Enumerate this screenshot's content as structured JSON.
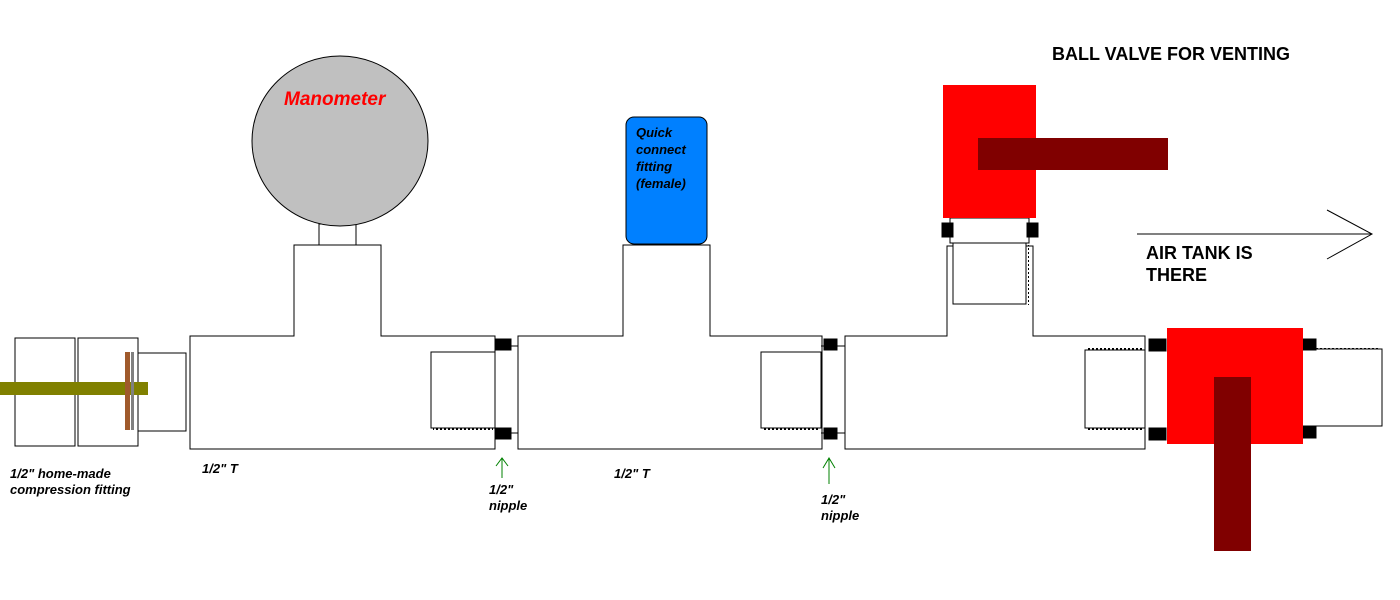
{
  "labels": {
    "compression_fitting": "1/2\" home-made\ncompression fitting",
    "tee_1": "1/2\" T",
    "nipple_1": "1/2\"\nnipple",
    "tee_2": "1/2\" T",
    "nipple_2": "1/2\"\nnipple",
    "manometer": "Manometer",
    "quick_connect": "Quick\nconnect\nfitting\n(female)",
    "ball_valve": "BALL VALVE FOR VENTING",
    "air_tank": "AIR TANK IS\nTHERE"
  },
  "colors": {
    "outline": "#000000",
    "manometer_fill": "#c0c0c0",
    "manometer_text": "#ff0000",
    "quick_connect_fill": "#0080ff",
    "valve_body": "#ff0000",
    "valve_handle": "#800000",
    "rod": "#808000",
    "ring_brown": "#a05a2c",
    "arrow_green": "#008000"
  }
}
